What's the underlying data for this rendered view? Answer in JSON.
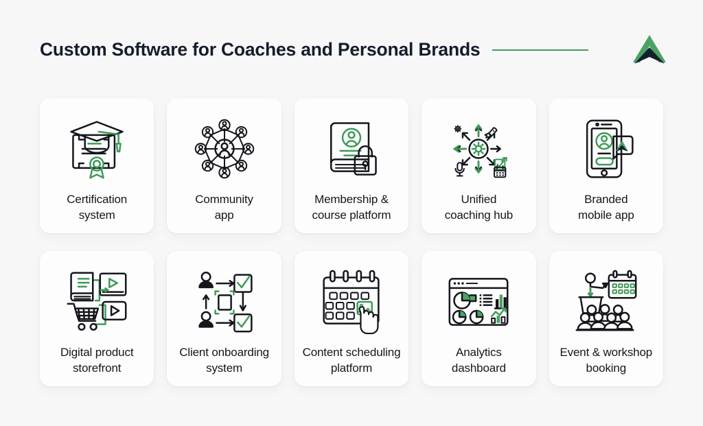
{
  "header": {
    "title": "Custom Software for Coaches and Personal Brands",
    "divider_color": "#3f9a58",
    "logo_name": "brand-arrow-logo",
    "logo_colors": {
      "green": "#4aa363",
      "navy": "#14202e"
    }
  },
  "theme": {
    "page_background": "#f7f7f7",
    "card_background": "#fdfdfd",
    "title_color": "#151c2c",
    "label_color": "#15161a",
    "accent_green": "#3f9a58",
    "ink": "#14161c"
  },
  "grid": {
    "columns": 5,
    "rows": 2,
    "cards": [
      {
        "id": "certification-system",
        "label": "Certification\nsystem",
        "icon": "certificate-graduation-cap-icon"
      },
      {
        "id": "community-app",
        "label": "Community\napp",
        "icon": "people-network-icon"
      },
      {
        "id": "membership-course-platform",
        "label": "Membership &\ncourse platform",
        "icon": "book-lock-icon"
      },
      {
        "id": "unified-coaching-hub",
        "label": "Unified\ncoaching hub",
        "icon": "hub-gear-arrows-icon"
      },
      {
        "id": "branded-mobile-app",
        "label": "Branded\nmobile app",
        "icon": "phone-profile-badge-icon"
      },
      {
        "id": "digital-product-storefront",
        "label": "Digital product\nstorefront",
        "icon": "cart-book-video-icon"
      },
      {
        "id": "client-onboarding-system",
        "label": "Client onboarding\nsystem",
        "icon": "onboarding-flow-icon"
      },
      {
        "id": "content-scheduling-platform",
        "label": "Content scheduling\nplatform",
        "icon": "calendar-hand-media-icon"
      },
      {
        "id": "analytics-dashboard",
        "label": "Analytics\ndashboard",
        "icon": "dashboard-charts-icon"
      },
      {
        "id": "event-workshop-booking",
        "label": "Event & workshop\nbooking",
        "icon": "speaker-audience-calendar-icon"
      }
    ]
  }
}
